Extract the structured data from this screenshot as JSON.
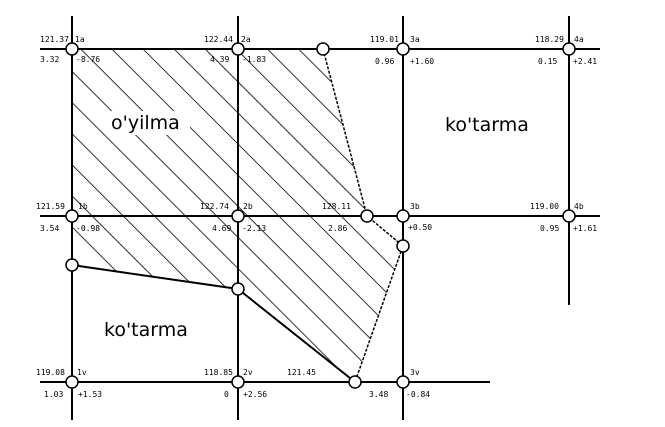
{
  "zones": {
    "cut": "o'yilma",
    "fill_right": "ko'tarma",
    "fill_left": "ko'tarma"
  },
  "nodes": {
    "n1a": {
      "id": "1a",
      "elev": "121.37",
      "work": "3.32",
      "diff": "-8.76"
    },
    "n2a": {
      "id": "2a",
      "elev": "122.44",
      "work": "4.39",
      "diff": "-1.83"
    },
    "n3a": {
      "id": "3a",
      "elev": "119.01",
      "work": "0.96",
      "diff": "+1.60"
    },
    "n4a": {
      "id": "4a",
      "elev": "118.29",
      "work": "0.15",
      "diff": "+2.41"
    },
    "n1b": {
      "id": "1b",
      "elev": "121.59",
      "work": "3.54",
      "diff": "-0.98"
    },
    "n2b": {
      "id": "2b",
      "elev": "122.74",
      "work": "4.69",
      "diff": "-2.13"
    },
    "n3b": {
      "id": "3b",
      "elev": "",
      "work": "",
      "diff": "+0.50"
    },
    "n4b": {
      "id": "4b",
      "elev": "119.00",
      "work": "0.95",
      "diff": "+1.61"
    },
    "n1v": {
      "id": "1v",
      "elev": "119.08",
      "work": "1.03",
      "diff": "+1.53"
    },
    "n2v": {
      "id": "2v",
      "elev": "118.85",
      "work": "0",
      "diff": "+2.56"
    },
    "n3v": {
      "id": "3v",
      "elev": "",
      "work": "3.48",
      "diff": "-0.84"
    }
  },
  "extra_labels": {
    "mid_b_elev": "128.11",
    "mid_b_work": "2.86",
    "mid_v_elev": "121.45"
  }
}
